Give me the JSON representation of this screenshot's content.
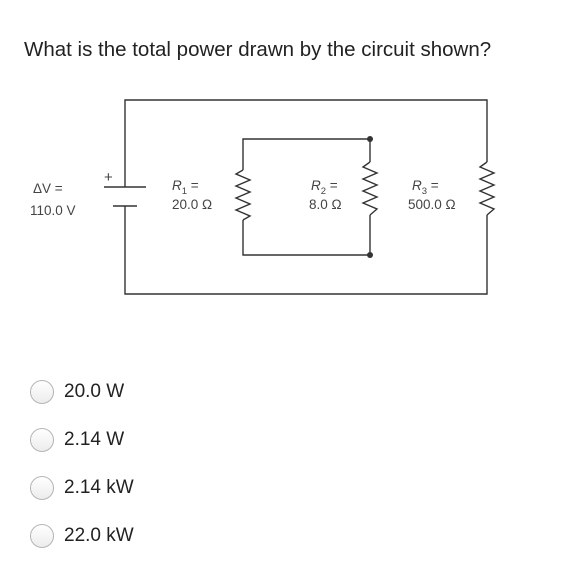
{
  "question": "What is the total power drawn by the circuit shown?",
  "circuit": {
    "source_label": "ΔV =",
    "source_value": "110.0 V",
    "plus_sign": "+",
    "resistors": [
      {
        "name": "R",
        "sub": "1",
        "eq": " =",
        "value": "20.0 Ω"
      },
      {
        "name": "R",
        "sub": "2",
        "eq": " =",
        "value": "8.0 Ω"
      },
      {
        "name": "R",
        "sub": "3",
        "eq": " =",
        "value": "500.0 Ω"
      }
    ],
    "wire_color": "#333333"
  },
  "options": [
    {
      "label": "20.0 W"
    },
    {
      "label": "2.14 W"
    },
    {
      "label": "2.14 kW"
    },
    {
      "label": "22.0 kW"
    }
  ]
}
